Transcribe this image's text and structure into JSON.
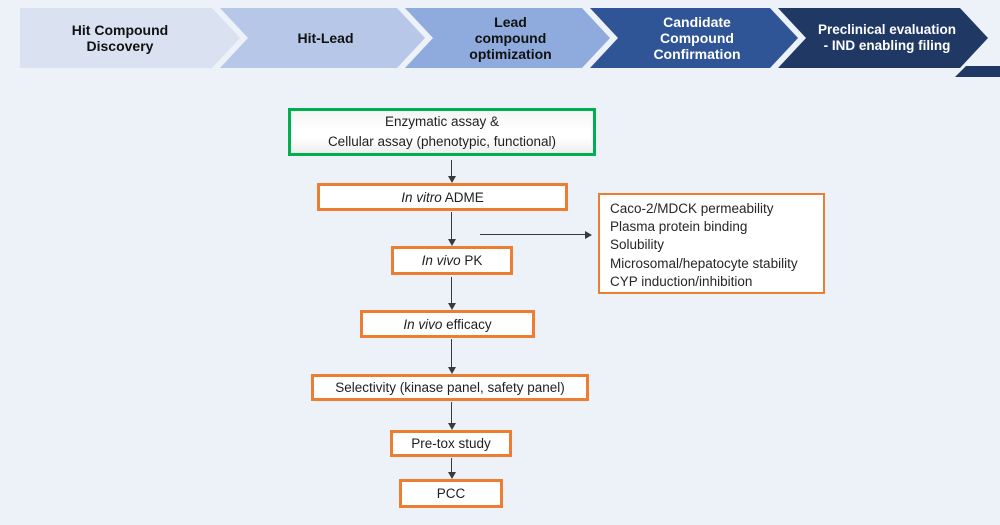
{
  "page": {
    "background": "#edf1f8"
  },
  "banner": {
    "stages": [
      {
        "label": "Hit Compound\nDiscovery",
        "bg": "#dae1f1",
        "fg": "#111111"
      },
      {
        "label": "Hit-Lead",
        "bg": "#b7c7e7",
        "fg": "#111111"
      },
      {
        "label": "Lead\ncompound\noptimization",
        "bg": "#8faadc",
        "fg": "#111111"
      },
      {
        "label": "Candidate\nCompound\nConfirmation",
        "bg": "#2f5597",
        "fg": "#ffffff"
      },
      {
        "label": "Preclinical evaluation\n- IND enabling filing",
        "bg": "#1f3864",
        "fg": "#ffffff"
      }
    ]
  },
  "flow": {
    "accent_orange": "#ed7d31",
    "accent_green": "#00b050",
    "arrow_color": "#3a3a3a",
    "screening_box": {
      "line1": "Enzymatic assay &",
      "line2": "Cellular assay (phenotypic, functional)"
    },
    "steps": [
      {
        "italic": "In vitro",
        "rest": " ADME"
      },
      {
        "italic": "In vivo",
        "rest": " PK"
      },
      {
        "italic": "In vivo",
        "rest": " efficacy"
      },
      {
        "italic": "",
        "rest": "Selectivity (kinase panel, safety panel)"
      },
      {
        "italic": "",
        "rest": "Pre-tox study"
      },
      {
        "italic": "",
        "rest": "PCC"
      }
    ]
  },
  "side_box": {
    "items": [
      "Caco-2/MDCK permeability",
      "Plasma protein binding",
      "Solubility",
      "Microsomal/hepatocyte stability",
      "CYP induction/inhibition"
    ]
  }
}
